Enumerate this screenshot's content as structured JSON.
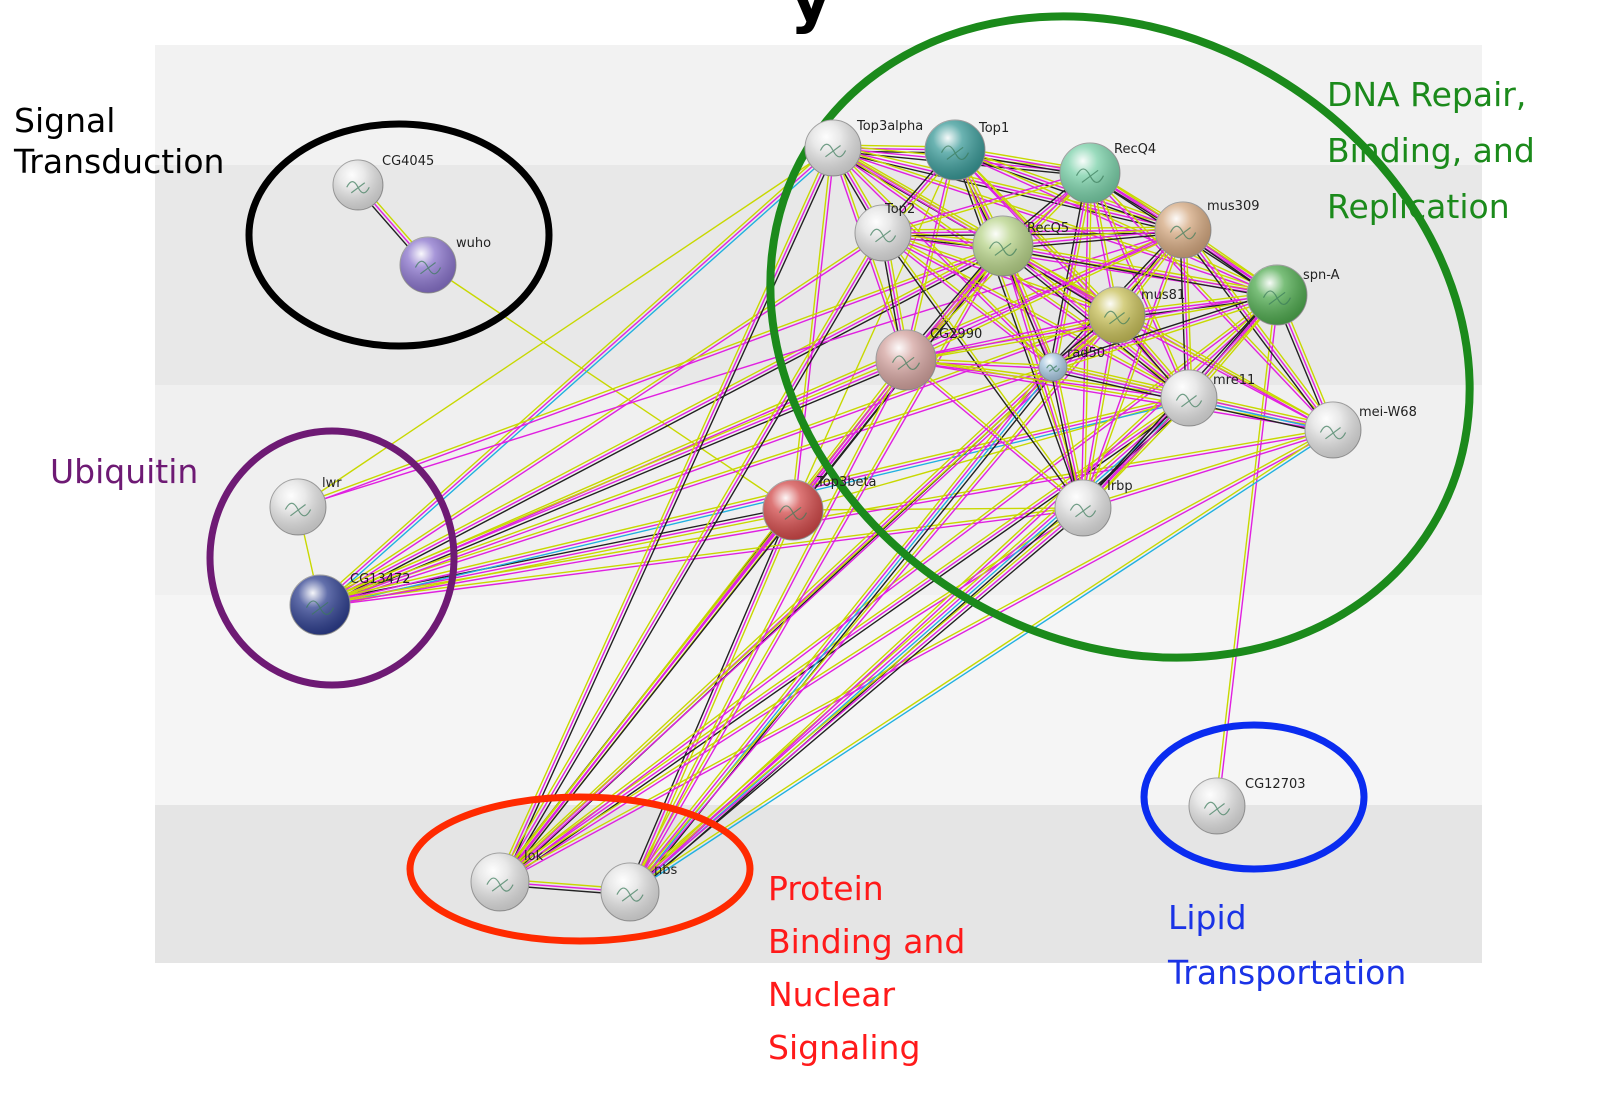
{
  "title_fragment": "y",
  "groups": [
    {
      "id": "signal",
      "lines": [
        "Signal",
        "Transduction"
      ],
      "color": "#000000"
    },
    {
      "id": "ubiquitin",
      "lines": [
        "Ubiquitin"
      ],
      "color": "#6e1a74"
    },
    {
      "id": "dna",
      "lines": [
        "DNA Repair,",
        "Binding, and",
        "Replication"
      ],
      "color": "#1b8a1b"
    },
    {
      "id": "protein",
      "lines": [
        "Protein",
        "Binding and",
        "Nuclear",
        "Signaling"
      ],
      "color": "#ff1a1a"
    },
    {
      "id": "lipid",
      "lines": [
        "Lipid",
        "Transportation"
      ],
      "color": "#1a33e6"
    }
  ],
  "nodes": [
    {
      "id": "CG4045",
      "label": "CG4045",
      "color": "#e2e2e2"
    },
    {
      "id": "wuho",
      "label": "wuho",
      "color": "#8a74cc"
    },
    {
      "id": "lwr",
      "label": "lwr",
      "color": "#e2e2e2"
    },
    {
      "id": "CG13472",
      "label": "CG13472",
      "color": "#2e3f8f"
    },
    {
      "id": "Top3beta",
      "label": "Top3beta",
      "color": "#d24a4a"
    },
    {
      "id": "Top3alpha",
      "label": "Top3alpha",
      "color": "#e2e2e2"
    },
    {
      "id": "Top1",
      "label": "Top1",
      "color": "#3a9a98"
    },
    {
      "id": "RecQ4",
      "label": "RecQ4",
      "color": "#79d0a8"
    },
    {
      "id": "Top2",
      "label": "Top2",
      "color": "#e2e2e2"
    },
    {
      "id": "RecQ5",
      "label": "RecQ5",
      "color": "#b8d48a"
    },
    {
      "id": "mus309",
      "label": "mus309",
      "color": "#d4a880"
    },
    {
      "id": "mus81",
      "label": "mus81",
      "color": "#c8c05a"
    },
    {
      "id": "spn-A",
      "label": "spn-A",
      "color": "#4faa4f"
    },
    {
      "id": "CG2990",
      "label": "CG2990",
      "color": "#d4a4a0"
    },
    {
      "id": "rad50",
      "label": "rad50",
      "color": "#a8c8e0"
    },
    {
      "id": "mre11",
      "label": "mre11",
      "color": "#e2e2e2"
    },
    {
      "id": "mei-W68",
      "label": "mei-W68",
      "color": "#e2e2e2"
    },
    {
      "id": "Irbp",
      "label": "Irbp",
      "color": "#e2e2e2"
    },
    {
      "id": "CG12703",
      "label": "CG12703",
      "color": "#e2e2e2"
    },
    {
      "id": "lok",
      "label": "lok",
      "color": "#e2e2e2"
    },
    {
      "id": "nbs",
      "label": "nbs",
      "color": "#e2e2e2"
    }
  ],
  "edge_colors": {
    "text_mining": "#c8d800",
    "experimental": "#e020e0",
    "database": "#20b0e0",
    "coexpression": "#222222"
  },
  "edges": [
    [
      "CG4045",
      "wuho",
      [
        "text_mining",
        "experimental",
        "coexpression"
      ]
    ],
    [
      "wuho",
      "Top3beta",
      [
        "text_mining"
      ]
    ],
    [
      "lwr",
      "CG13472",
      [
        "text_mining"
      ]
    ],
    [
      "lok",
      "nbs",
      [
        "text_mining",
        "experimental",
        "coexpression"
      ]
    ],
    [
      "CG12703",
      "spn-A",
      [
        "text_mining",
        "experimental"
      ]
    ],
    [
      "Top3beta",
      "Top3alpha",
      [
        "text_mining",
        "experimental"
      ]
    ],
    [
      "Top3beta",
      "Top1",
      [
        "text_mining"
      ]
    ],
    [
      "Top3beta",
      "RecQ5",
      [
        "text_mining",
        "experimental",
        "coexpression"
      ]
    ],
    [
      "Top3beta",
      "mre11",
      [
        "text_mining"
      ]
    ],
    [
      "Top3beta",
      "Irbp",
      [
        "text_mining"
      ]
    ],
    [
      "Top3beta",
      "CG13472",
      [
        "text_mining",
        "experimental",
        "coexpression"
      ]
    ],
    [
      "Top3beta",
      "lok",
      [
        "text_mining",
        "experimental",
        "coexpression"
      ]
    ],
    [
      "Top3beta",
      "nbs",
      [
        "text_mining",
        "experimental",
        "coexpression"
      ]
    ],
    [
      "CG13472",
      "Top3alpha",
      [
        "text_mining",
        "experimental",
        "database"
      ]
    ],
    [
      "CG13472",
      "Top2",
      [
        "text_mining",
        "experimental"
      ]
    ],
    [
      "CG13472",
      "RecQ5",
      [
        "text_mining",
        "experimental",
        "coexpression"
      ]
    ],
    [
      "CG13472",
      "mus309",
      [
        "text_mining",
        "experimental"
      ]
    ],
    [
      "CG13472",
      "CG2990",
      [
        "text_mining",
        "experimental",
        "coexpression"
      ]
    ],
    [
      "CG13472",
      "rad50",
      [
        "text_mining",
        "experimental"
      ]
    ],
    [
      "CG13472",
      "mus81",
      [
        "text_mining",
        "experimental"
      ]
    ],
    [
      "CG13472",
      "mre11",
      [
        "text_mining",
        "experimental",
        "database"
      ]
    ],
    [
      "CG13472",
      "Irbp",
      [
        "text_mining",
        "experimental"
      ]
    ],
    [
      "CG13472",
      "mei-W68",
      [
        "text_mining",
        "experimental"
      ]
    ],
    [
      "lwr",
      "Top3alpha",
      [
        "text_mining"
      ]
    ],
    [
      "lwr",
      "RecQ5",
      [
        "text_mining",
        "experimental"
      ]
    ],
    [
      "lwr",
      "mus309",
      [
        "experimental"
      ]
    ],
    [
      "lok",
      "Top3alpha",
      [
        "text_mining",
        "experimental",
        "coexpression"
      ]
    ],
    [
      "lok",
      "Top2",
      [
        "text_mining",
        "experimental",
        "coexpression"
      ]
    ],
    [
      "lok",
      "RecQ5",
      [
        "text_mining",
        "experimental",
        "coexpression"
      ]
    ],
    [
      "lok",
      "CG2990",
      [
        "text_mining",
        "experimental"
      ]
    ],
    [
      "lok",
      "rad50",
      [
        "text_mining",
        "experimental",
        "coexpression"
      ]
    ],
    [
      "lok",
      "mus81",
      [
        "text_mining",
        "experimental"
      ]
    ],
    [
      "lok",
      "mre11",
      [
        "text_mining",
        "experimental",
        "coexpression"
      ]
    ],
    [
      "lok",
      "Irbp",
      [
        "text_mining",
        "experimental"
      ]
    ],
    [
      "lok",
      "mei-W68",
      [
        "text_mining",
        "experimental"
      ]
    ],
    [
      "lok",
      "spn-A",
      [
        "text_mining",
        "experimental"
      ]
    ],
    [
      "nbs",
      "rad50",
      [
        "text_mining",
        "experimental",
        "database",
        "coexpression"
      ]
    ],
    [
      "nbs",
      "mre11",
      [
        "text_mining",
        "experimental",
        "database",
        "coexpression"
      ]
    ],
    [
      "nbs",
      "Irbp",
      [
        "text_mining",
        "experimental",
        "coexpression"
      ]
    ],
    [
      "nbs",
      "RecQ5",
      [
        "text_mining",
        "experimental"
      ]
    ],
    [
      "nbs",
      "mus81",
      [
        "text_mining",
        "experimental"
      ]
    ],
    [
      "nbs",
      "mei-W68",
      [
        "text_mining",
        "database"
      ]
    ],
    [
      "nbs",
      "spn-A",
      [
        "text_mining",
        "experimental"
      ]
    ],
    [
      "nbs",
      "CG2990",
      [
        "text_mining",
        "experimental"
      ]
    ],
    [
      "Top3alpha",
      "Top1",
      [
        "text_mining",
        "experimental",
        "coexpression"
      ]
    ],
    [
      "Top3alpha",
      "RecQ4",
      [
        "text_mining",
        "experimental",
        "coexpression"
      ]
    ],
    [
      "Top3alpha",
      "Top2",
      [
        "text_mining",
        "experimental",
        "coexpression"
      ]
    ],
    [
      "Top3alpha",
      "RecQ5",
      [
        "text_mining",
        "experimental",
        "coexpression"
      ]
    ],
    [
      "Top3alpha",
      "mus309",
      [
        "text_mining",
        "experimental",
        "coexpression"
      ]
    ],
    [
      "Top3alpha",
      "mus81",
      [
        "text_mining",
        "experimental"
      ]
    ],
    [
      "Top3alpha",
      "spn-A",
      [
        "text_mining",
        "experimental"
      ]
    ],
    [
      "Top3alpha",
      "CG2990",
      [
        "text_mining",
        "experimental"
      ]
    ],
    [
      "Top3alpha",
      "rad50",
      [
        "text_mining",
        "experimental"
      ]
    ],
    [
      "Top3alpha",
      "mre11",
      [
        "text_mining",
        "experimental"
      ]
    ],
    [
      "Top1",
      "RecQ4",
      [
        "text_mining",
        "experimental",
        "coexpression"
      ]
    ],
    [
      "Top1",
      "Top2",
      [
        "text_mining",
        "experimental",
        "coexpression"
      ]
    ],
    [
      "Top1",
      "RecQ5",
      [
        "text_mining",
        "experimental",
        "coexpression"
      ]
    ],
    [
      "Top1",
      "mus309",
      [
        "text_mining",
        "experimental",
        "coexpression"
      ]
    ],
    [
      "Top1",
      "mus81",
      [
        "text_mining",
        "experimental"
      ]
    ],
    [
      "Top1",
      "spn-A",
      [
        "text_mining",
        "experimental"
      ]
    ],
    [
      "Top1",
      "CG2990",
      [
        "text_mining",
        "experimental"
      ]
    ],
    [
      "Top1",
      "rad50",
      [
        "text_mining",
        "experimental"
      ]
    ],
    [
      "Top1",
      "mre11",
      [
        "text_mining",
        "experimental"
      ]
    ],
    [
      "Top1",
      "Irbp",
      [
        "text_mining",
        "coexpression"
      ]
    ],
    [
      "RecQ4",
      "Top2",
      [
        "text_mining",
        "experimental"
      ]
    ],
    [
      "RecQ4",
      "RecQ5",
      [
        "text_mining",
        "experimental",
        "coexpression"
      ]
    ],
    [
      "RecQ4",
      "mus309",
      [
        "text_mining",
        "experimental",
        "coexpression"
      ]
    ],
    [
      "RecQ4",
      "mus81",
      [
        "text_mining",
        "experimental"
      ]
    ],
    [
      "RecQ4",
      "spn-A",
      [
        "text_mining",
        "experimental",
        "coexpression"
      ]
    ],
    [
      "RecQ4",
      "CG2990",
      [
        "text_mining",
        "experimental"
      ]
    ],
    [
      "RecQ4",
      "rad50",
      [
        "text_mining",
        "experimental",
        "coexpression"
      ]
    ],
    [
      "RecQ4",
      "mre11",
      [
        "text_mining",
        "experimental"
      ]
    ],
    [
      "RecQ4",
      "mei-W68",
      [
        "text_mining",
        "experimental"
      ]
    ],
    [
      "RecQ4",
      "Irbp",
      [
        "text_mining",
        "experimental"
      ]
    ],
    [
      "Top2",
      "RecQ5",
      [
        "text_mining",
        "experimental",
        "coexpression"
      ]
    ],
    [
      "Top2",
      "mus309",
      [
        "text_mining",
        "experimental",
        "coexpression"
      ]
    ],
    [
      "Top2",
      "mus81",
      [
        "text_mining",
        "experimental"
      ]
    ],
    [
      "Top2",
      "CG2990",
      [
        "text_mining",
        "experimental",
        "coexpression"
      ]
    ],
    [
      "Top2",
      "rad50",
      [
        "text_mining",
        "experimental"
      ]
    ],
    [
      "Top2",
      "mre11",
      [
        "text_mining",
        "experimental"
      ]
    ],
    [
      "Top2",
      "Irbp",
      [
        "text_mining",
        "coexpression"
      ]
    ],
    [
      "Top2",
      "spn-A",
      [
        "text_mining",
        "experimental"
      ]
    ],
    [
      "RecQ5",
      "mus309",
      [
        "text_mining",
        "experimental",
        "coexpression"
      ]
    ],
    [
      "RecQ5",
      "mus81",
      [
        "text_mining",
        "experimental",
        "coexpression"
      ]
    ],
    [
      "RecQ5",
      "spn-A",
      [
        "text_mining",
        "experimental",
        "coexpression"
      ]
    ],
    [
      "RecQ5",
      "CG2990",
      [
        "text_mining",
        "experimental",
        "coexpression"
      ]
    ],
    [
      "RecQ5",
      "rad50",
      [
        "text_mining",
        "experimental",
        "coexpression"
      ]
    ],
    [
      "RecQ5",
      "mre11",
      [
        "text_mining",
        "experimental",
        "coexpression"
      ]
    ],
    [
      "RecQ5",
      "mei-W68",
      [
        "text_mining",
        "experimental"
      ]
    ],
    [
      "RecQ5",
      "Irbp",
      [
        "text_mining",
        "experimental"
      ]
    ],
    [
      "mus309",
      "mus81",
      [
        "text_mining",
        "experimental",
        "coexpression"
      ]
    ],
    [
      "mus309",
      "spn-A",
      [
        "text_mining",
        "experimental",
        "coexpression"
      ]
    ],
    [
      "mus309",
      "CG2990",
      [
        "text_mining",
        "experimental"
      ]
    ],
    [
      "mus309",
      "rad50",
      [
        "text_mining",
        "experimental",
        "coexpression"
      ]
    ],
    [
      "mus309",
      "mre11",
      [
        "text_mining",
        "experimental",
        "coexpression"
      ]
    ],
    [
      "mus309",
      "mei-W68",
      [
        "text_mining",
        "experimental",
        "coexpression"
      ]
    ],
    [
      "mus309",
      "Irbp",
      [
        "text_mining",
        "experimental"
      ]
    ],
    [
      "mus81",
      "spn-A",
      [
        "text_mining",
        "experimental",
        "coexpression"
      ]
    ],
    [
      "mus81",
      "CG2990",
      [
        "text_mining",
        "experimental"
      ]
    ],
    [
      "mus81",
      "rad50",
      [
        "text_mining",
        "experimental",
        "coexpression"
      ]
    ],
    [
      "mus81",
      "mre11",
      [
        "text_mining",
        "experimental",
        "coexpression"
      ]
    ],
    [
      "mus81",
      "mei-W68",
      [
        "text_mining",
        "experimental"
      ]
    ],
    [
      "mus81",
      "Irbp",
      [
        "text_mining",
        "experimental"
      ]
    ],
    [
      "spn-A",
      "CG2990",
      [
        "text_mining",
        "experimental"
      ]
    ],
    [
      "spn-A",
      "rad50",
      [
        "text_mining",
        "experimental",
        "coexpression"
      ]
    ],
    [
      "spn-A",
      "mre11",
      [
        "text_mining",
        "experimental",
        "coexpression"
      ]
    ],
    [
      "spn-A",
      "mei-W68",
      [
        "text_mining",
        "experimental",
        "coexpression"
      ]
    ],
    [
      "spn-A",
      "Irbp",
      [
        "text_mining",
        "experimental",
        "coexpression"
      ]
    ],
    [
      "CG2990",
      "rad50",
      [
        "text_mining",
        "experimental"
      ]
    ],
    [
      "CG2990",
      "mre11",
      [
        "text_mining",
        "experimental"
      ]
    ],
    [
      "CG2990",
      "Irbp",
      [
        "text_mining",
        "experimental"
      ]
    ],
    [
      "CG2990",
      "mei-W68",
      [
        "text_mining",
        "experimental"
      ]
    ],
    [
      "rad50",
      "mre11",
      [
        "text_mining",
        "experimental",
        "database",
        "coexpression"
      ]
    ],
    [
      "rad50",
      "Irbp",
      [
        "text_mining",
        "experimental",
        "coexpression"
      ]
    ],
    [
      "rad50",
      "mei-W68",
      [
        "text_mining",
        "experimental"
      ]
    ],
    [
      "mre11",
      "mei-W68",
      [
        "text_mining",
        "experimental",
        "database",
        "coexpression"
      ]
    ],
    [
      "mre11",
      "Irbp",
      [
        "text_mining",
        "experimental",
        "coexpression"
      ]
    ],
    [
      "Irbp",
      "mei-W68",
      [
        "text_mining",
        "experimental"
      ]
    ]
  ]
}
